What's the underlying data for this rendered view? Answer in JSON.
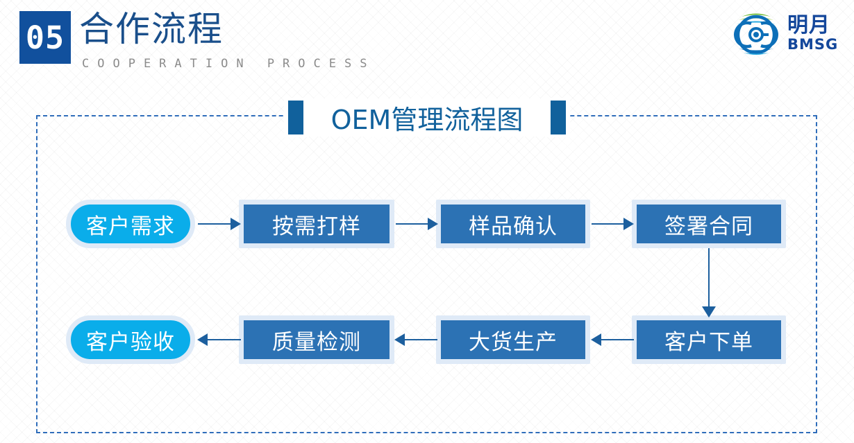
{
  "header": {
    "section_number": "05",
    "title": "合作流程",
    "subtitle": "COOPERATION PROCESS",
    "badge_color": "#11509d",
    "title_color": "#1a4f8b",
    "subtitle_color": "#8b8b8b"
  },
  "logo": {
    "mark_name": "mingyue-globe-emblem",
    "brand_cn": "明月",
    "brand_en": "BMSG",
    "brand_color": "#14479b",
    "accent_green": "#7ac143",
    "accent_blue": "#0d6fb8",
    "accent_cyan": "#29abe2"
  },
  "panel": {
    "border_color": "#2f6dba",
    "border_style": "dashed"
  },
  "chart": {
    "title": "OEM管理流程图",
    "title_color": "#11619c",
    "accent_bar_color": "#11619c"
  },
  "flow": {
    "colors": {
      "rect_fill": "#2c72b4",
      "pill_fill": "#0aadea",
      "node_border": "#dfeaf7",
      "arrow": "#1c5f9e",
      "node_text": "#ffffff"
    },
    "nodes": [
      {
        "id": "customer-requirement",
        "label": "客户需求",
        "shape": "pill",
        "row": 1
      },
      {
        "id": "sampling-on-demand",
        "label": "按需打样",
        "shape": "rect",
        "row": 1
      },
      {
        "id": "sample-confirmation",
        "label": "样品确认",
        "shape": "rect",
        "row": 1
      },
      {
        "id": "sign-contract",
        "label": "签署合同",
        "shape": "rect",
        "row": 1
      },
      {
        "id": "customer-order",
        "label": "客户下单",
        "shape": "rect",
        "row": 2
      },
      {
        "id": "bulk-production",
        "label": "大货生产",
        "shape": "rect",
        "row": 2
      },
      {
        "id": "quality-inspection",
        "label": "质量检测",
        "shape": "rect",
        "row": 2
      },
      {
        "id": "customer-acceptance",
        "label": "客户验收",
        "shape": "pill",
        "row": 2
      }
    ],
    "connectors": [
      {
        "from": "customer-requirement",
        "to": "sampling-on-demand",
        "direction": "right"
      },
      {
        "from": "sampling-on-demand",
        "to": "sample-confirmation",
        "direction": "right"
      },
      {
        "from": "sample-confirmation",
        "to": "sign-contract",
        "direction": "right"
      },
      {
        "from": "sign-contract",
        "to": "customer-order",
        "direction": "down"
      },
      {
        "from": "customer-order",
        "to": "bulk-production",
        "direction": "left"
      },
      {
        "from": "bulk-production",
        "to": "quality-inspection",
        "direction": "left"
      },
      {
        "from": "quality-inspection",
        "to": "customer-acceptance",
        "direction": "left"
      }
    ]
  }
}
